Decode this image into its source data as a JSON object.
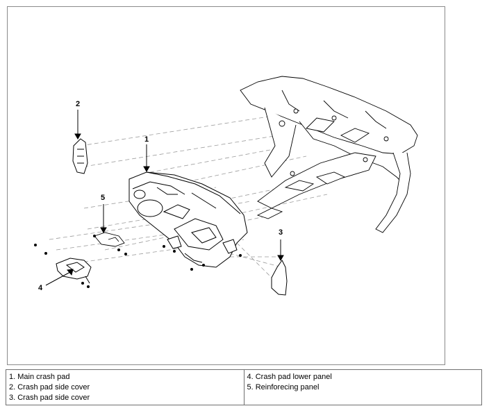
{
  "callouts": {
    "c1": "1",
    "c2": "2",
    "c3": "3",
    "c4": "4",
    "c5": "5"
  },
  "legend": {
    "left": [
      "1. Main crash pad",
      "2. Crash pad side cover",
      "3. Crash pad side cover"
    ],
    "right": [
      "4. Crash pad lower panel",
      "5. Reinforecing panel"
    ]
  },
  "colors": {
    "line": "#000000",
    "frame": "#8a8a8a",
    "leader_dash": "#9a9a9a"
  }
}
